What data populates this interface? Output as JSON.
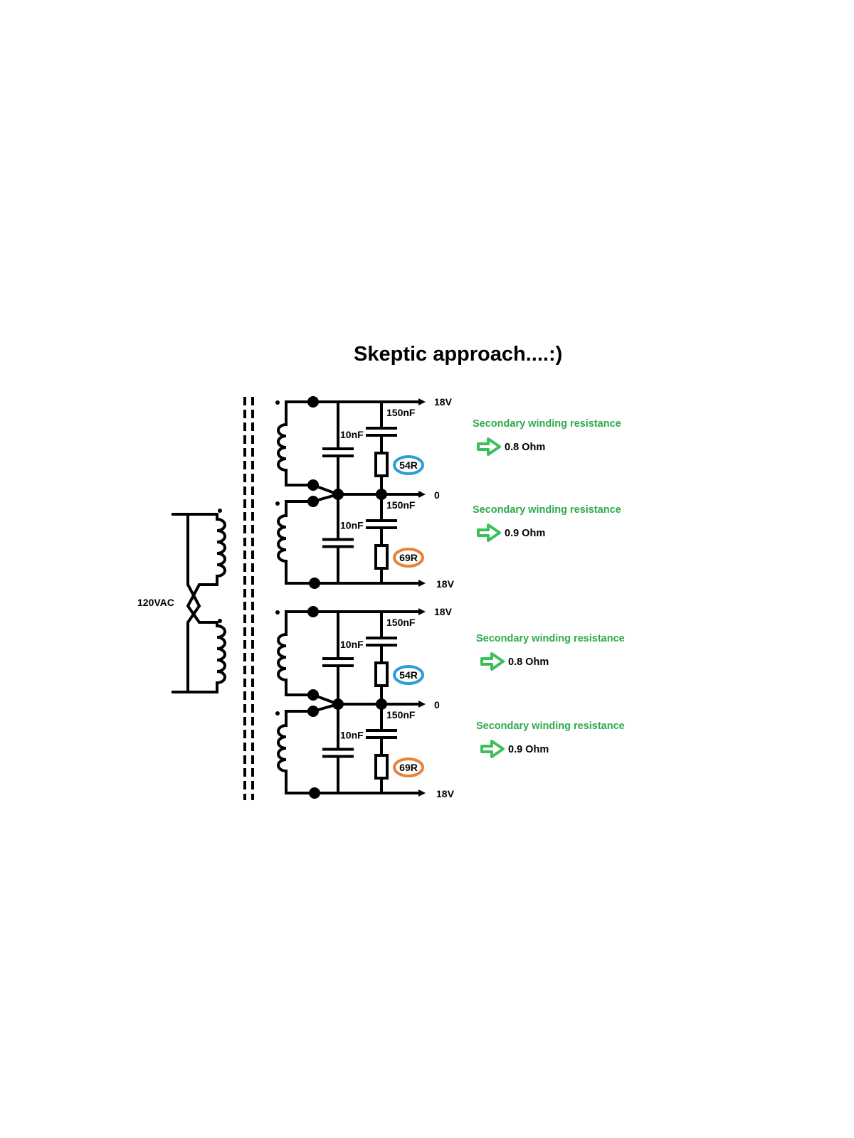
{
  "title": "Skeptic approach....:)",
  "primary": {
    "label": "120VAC"
  },
  "sections": [
    {
      "rail_top": "18V",
      "cap_label": "10nF",
      "snubber_cap": "150nF",
      "resistor": "54R",
      "resistor_color": "#2b9fd9",
      "rail_bottom": "0"
    },
    {
      "rail_top": "",
      "cap_label": "10nF",
      "snubber_cap": "150nF",
      "resistor": "69R",
      "resistor_color": "#e8823a",
      "rail_bottom": "18V"
    },
    {
      "rail_top": "18V",
      "cap_label": "10nF",
      "snubber_cap": "150nF",
      "resistor": "54R",
      "resistor_color": "#2b9fd9",
      "rail_bottom": "0"
    },
    {
      "rail_top": "",
      "cap_label": "10nF",
      "snubber_cap": "150nF",
      "resistor": "69R",
      "resistor_color": "#e8823a",
      "rail_bottom": "18V"
    }
  ],
  "notes": [
    {
      "heading": "Secondary winding resistance",
      "value": "0.8 Ohm"
    },
    {
      "heading": "Secondary winding resistance",
      "value": "0.9 Ohm"
    },
    {
      "heading": "Secondary winding resistance",
      "value": "0.8 Ohm"
    },
    {
      "heading": "Secondary winding resistance",
      "value": "0.9 Ohm"
    }
  ],
  "colors": {
    "note_heading": "#2eaa4a",
    "arrow_fill": "#3cbf5a",
    "wire": "#000000"
  }
}
